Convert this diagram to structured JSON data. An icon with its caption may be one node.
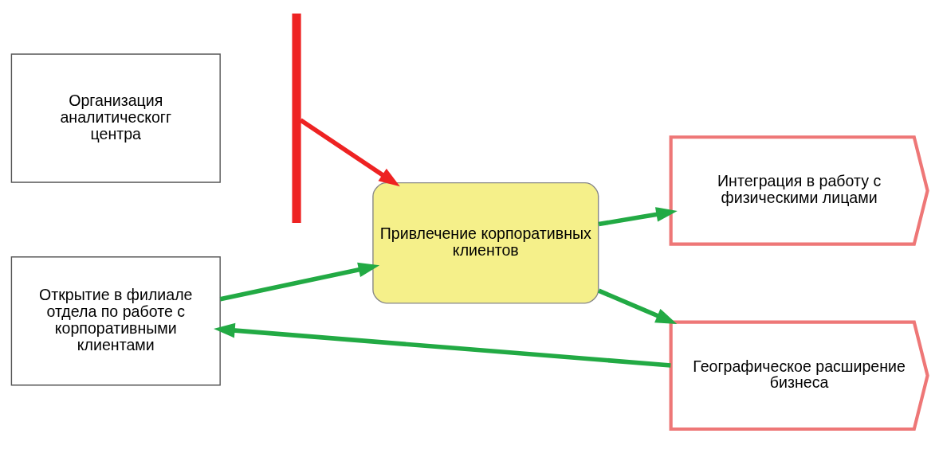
{
  "diagram": {
    "nodes": [
      {
        "text": [
          "Организация аналитическогг центра"
        ]
      },
      {
        "text": [
          "Открытие в филиале отдела по работе с корпоративными клиентами"
        ]
      },
      {
        "text": [],
        "shape": "bar"
      },
      {
        "text": [
          "Привлечение корпоративных клиентов"
        ]
      },
      {
        "text": [
          "Интеграция в работу с физическими лицами"
        ]
      },
      {
        "text": [
          "Географическое расширение бизнеса"
        ]
      }
    ],
    "edges": [
      {
        "from": 2,
        "to": 3,
        "arrow": "to",
        "color": "#ee2222"
      },
      {
        "from": 1,
        "to": 3,
        "arrow": "to"
      },
      {
        "from": 3,
        "to": 4,
        "arrow": "to"
      },
      {
        "from": 3,
        "to": 5,
        "arrow": "to"
      },
      {
        "from": 5,
        "to": 1,
        "arrow": "to"
      }
    ]
  }
}
